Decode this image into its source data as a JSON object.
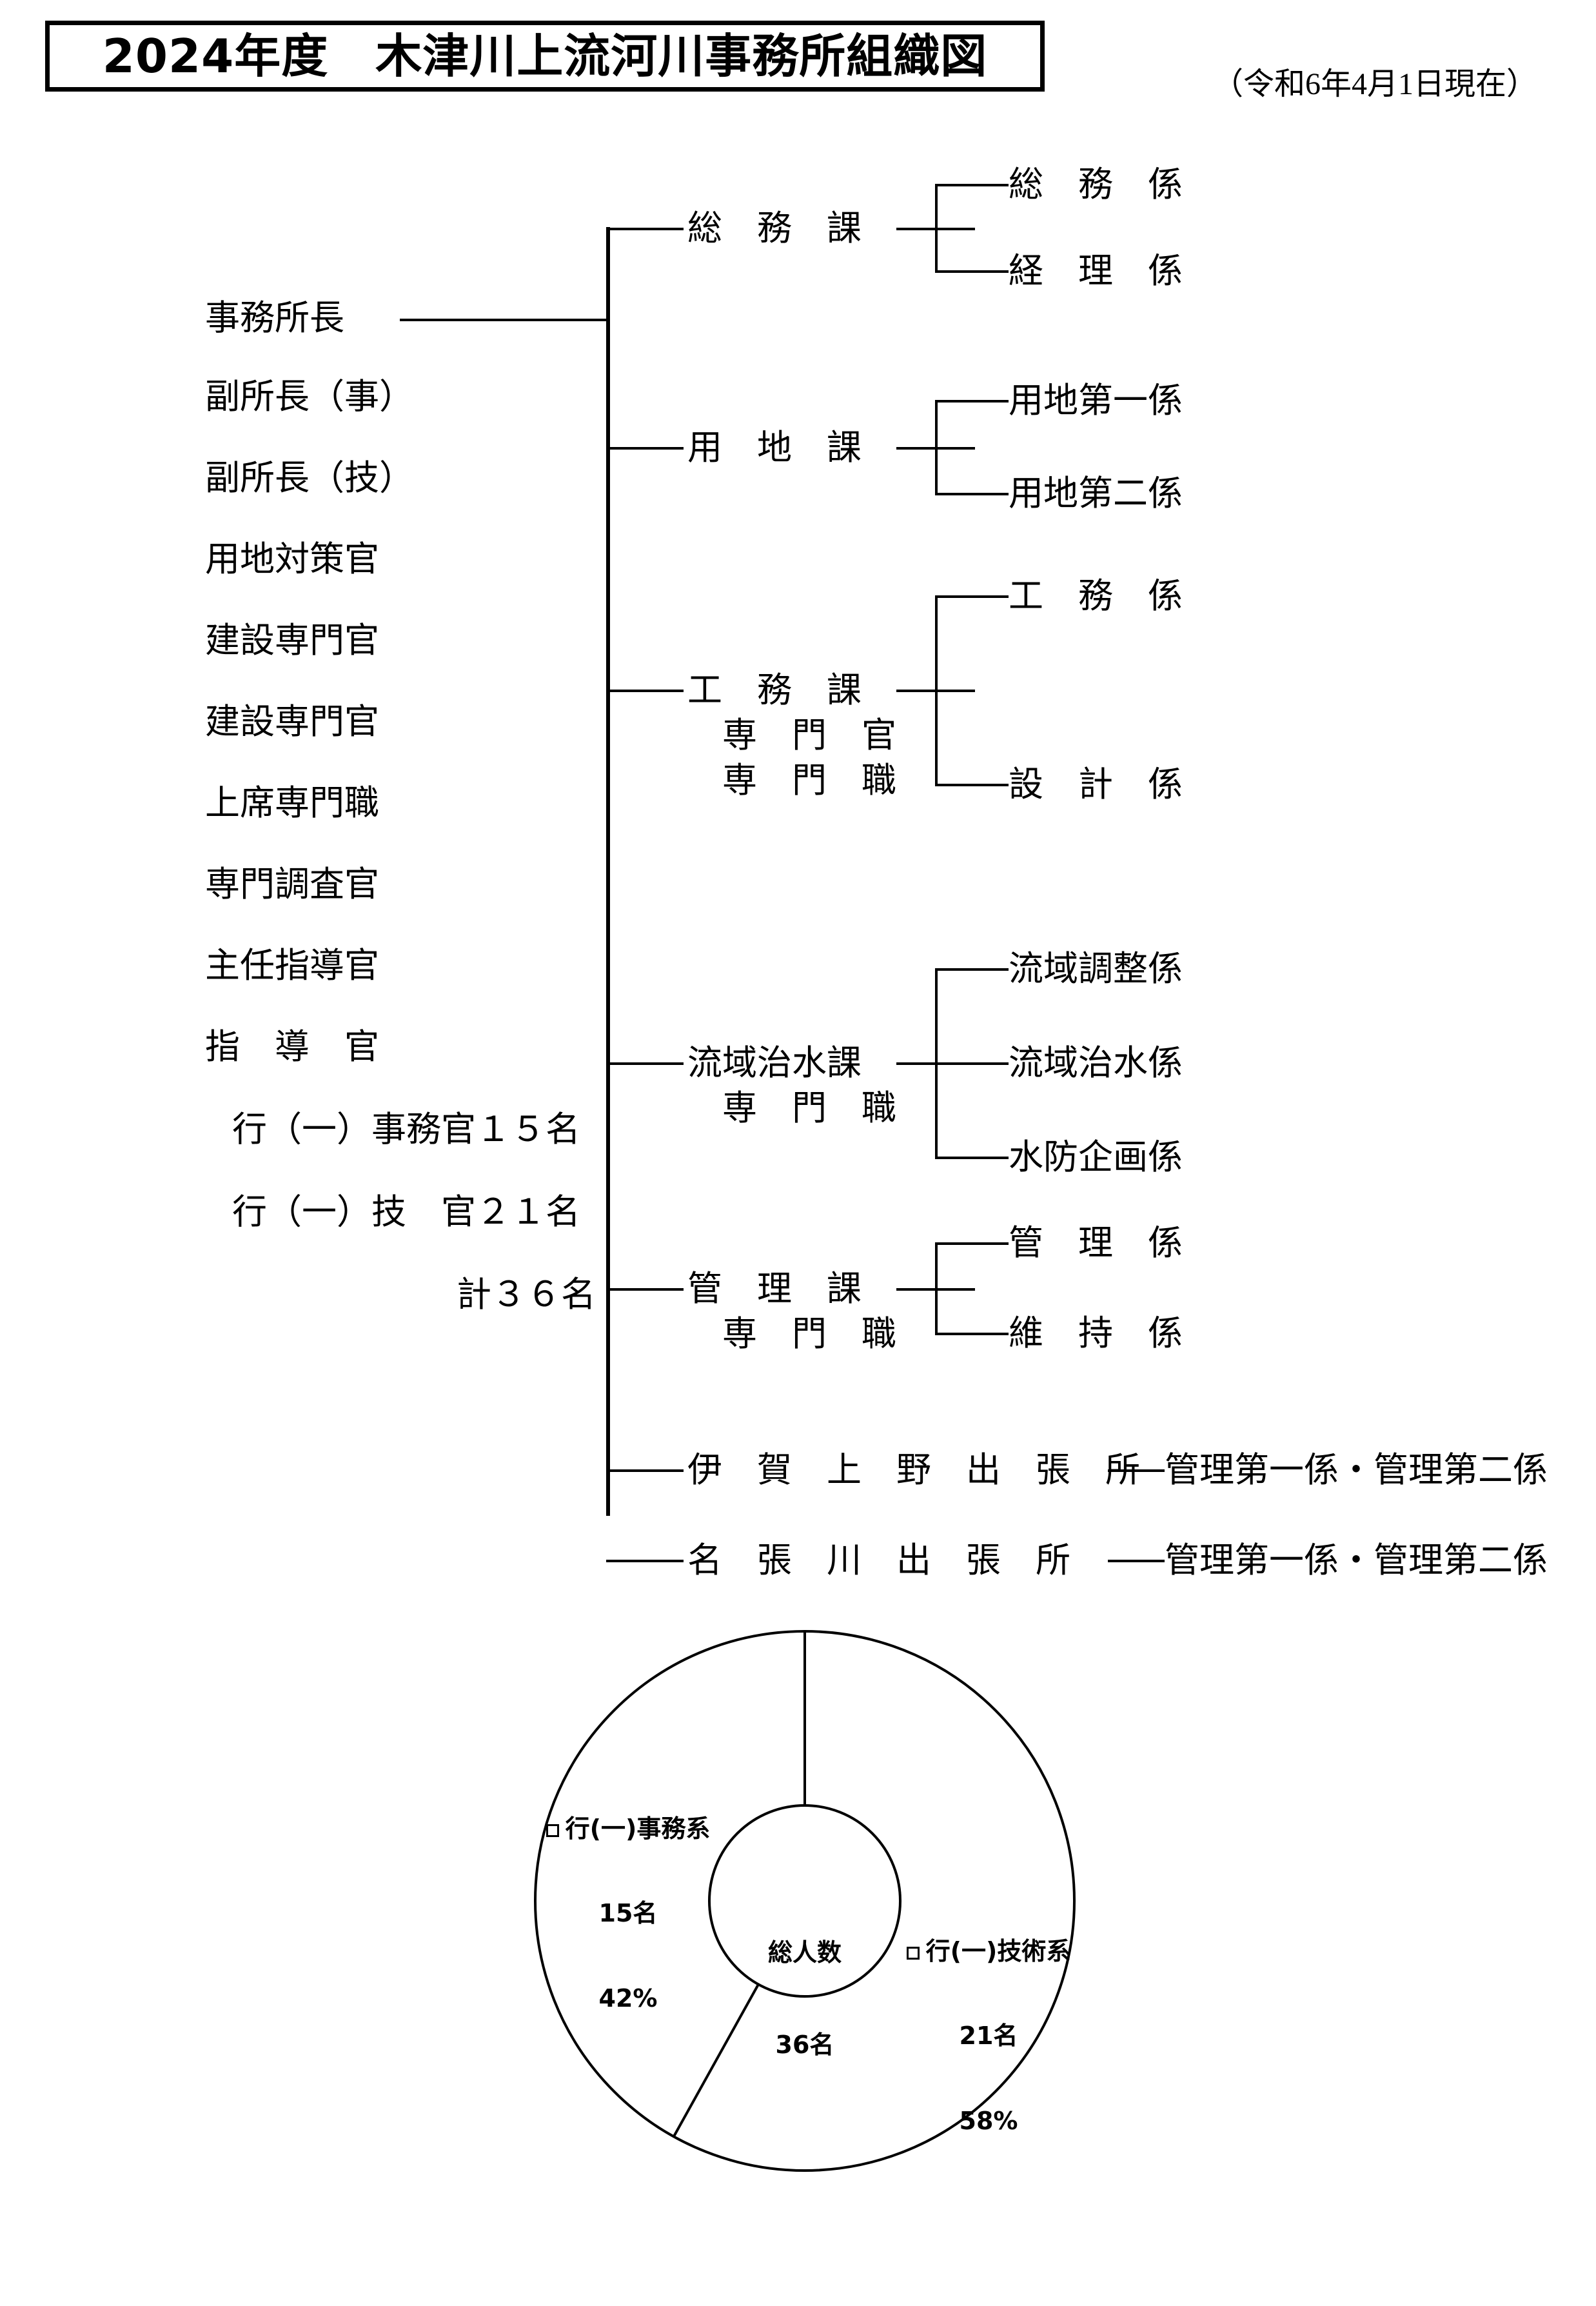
{
  "header": {
    "title": "2024年度　木津川上流河川事務所組織図",
    "date_note": "（令和6年4月1日現在）"
  },
  "officers": [
    {
      "label": "事務所長"
    },
    {
      "label": "副所長（事）"
    },
    {
      "label": "副所長（技）"
    },
    {
      "label": "用地対策官"
    },
    {
      "label": "建設専門官"
    },
    {
      "label": "建設専門官"
    },
    {
      "label": "上席専門職"
    },
    {
      "label": "専門調査官"
    },
    {
      "label": "主任指導官"
    },
    {
      "label": "指　導　官"
    },
    {
      "label": "行（一）事務官１５名"
    },
    {
      "label": "行（一）技　官２１名"
    },
    {
      "label": "計３６名"
    }
  ],
  "divisions": [
    {
      "name": "総　務　課",
      "sub": "",
      "sections": [
        "総　務　係",
        "経　理　係"
      ]
    },
    {
      "name": "用　地　課",
      "sub": "",
      "sections": [
        "用地第一係",
        "用地第二係"
      ]
    },
    {
      "name": "工　務　課",
      "sub": "専　門　官",
      "sub2": "専　門　職",
      "sections": [
        "工　務　係",
        "設　計　係"
      ]
    },
    {
      "name": "流域治水課",
      "sub": "専　門　職",
      "sections": [
        "流域調整係",
        "流域治水係",
        "水防企画係"
      ]
    },
    {
      "name": "管　理　課",
      "sub": "専　門　職",
      "sections": [
        "管　理　係",
        "維　持　係"
      ]
    }
  ],
  "branch_offices": [
    {
      "name": "伊　賀　上　野　出　張　所",
      "sections": "管理第一係・管理第二係"
    },
    {
      "name": "名　張　川　出　張　所",
      "sections": "管理第一係・管理第二係"
    }
  ],
  "chart_data": {
    "type": "pie",
    "variant": "donut",
    "title": "",
    "center_title": "総人数",
    "center_value": "36名",
    "total": 36,
    "unit": "名",
    "categories": [
      "行(一)事務系",
      "行(一)技術系"
    ],
    "values": [
      15,
      21
    ],
    "percents": [
      42,
      58
    ],
    "labels": [
      {
        "name": "行(一)事務系",
        "count": "15名",
        "percent": "42%"
      },
      {
        "name": "行(一)技術系",
        "count": "21名",
        "percent": "58%"
      }
    ],
    "legend": "inline",
    "start_angle_deg": 0,
    "direction": "counterclockwise",
    "fill": "#ffffff",
    "stroke": "#000000"
  }
}
